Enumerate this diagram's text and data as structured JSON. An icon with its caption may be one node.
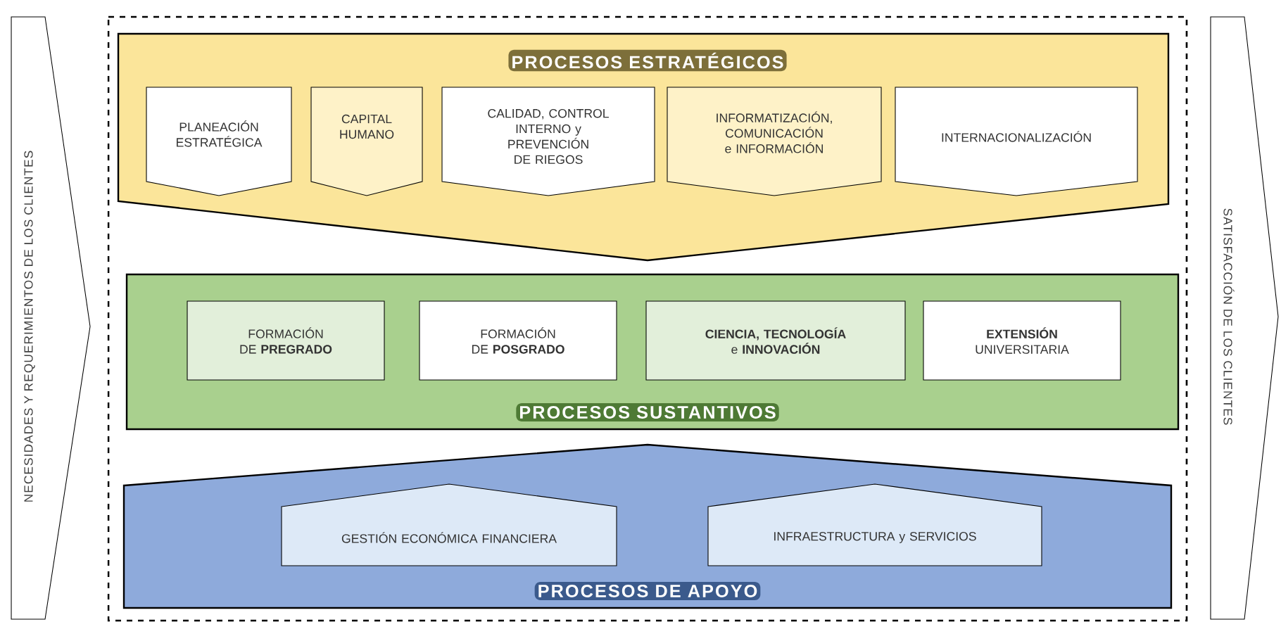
{
  "diagram": {
    "nodes": [
      {
        "text": [
          "NECESIDADES Y REQUERIMIENTOS DE LOS CLIENTES"
        ]
      },
      {
        "text": [
          "PROCESOS ESTRATÉGICOS"
        ]
      },
      {
        "text": [
          "PLANEACIÓN ESTRATÉGICA"
        ],
        "in": 1
      },
      {
        "text": [
          "CAPITAL HUMANO"
        ],
        "in": 1
      },
      {
        "text": [
          "CALIDAD, CONTROL INTERNO y PREVENCIÓN DE RIEGOS"
        ],
        "in": 1
      },
      {
        "text": [
          "INFORMATIZACIÓN, COMUNICACIÓN e INFORMACIÓN"
        ],
        "in": 1
      },
      {
        "text": [
          "INTERNACIONALIZACIÓN"
        ],
        "in": 1
      },
      {
        "text": [
          "PROCESOS SUSTANTIVOS"
        ]
      },
      {
        "text": [
          "FORMACIÓN DE **PREGRADO**"
        ],
        "in": 7
      },
      {
        "text": [
          "FORMACIÓN DE **POSGRADO**"
        ],
        "in": 7
      },
      {
        "text": [
          "**CIENCIA, TECNOLOGÍA** e **INNOVACIÓN**"
        ],
        "in": 7
      },
      {
        "text": [
          "**EXTENSIÓN** UNIVERSITARIA"
        ],
        "in": 7
      },
      {
        "text": [
          "PROCESOS DE APOYO"
        ]
      },
      {
        "text": [
          "GESTIÓN ECONÓMICA FINANCIERA"
        ],
        "in": 12
      },
      {
        "text": [
          "INFRAESTRUCTURA y SERVICIOS"
        ],
        "in": 12
      },
      {
        "text": [
          "SATISFACCIÓN DE LOS CLIENTES"
        ]
      }
    ],
    "edges": []
  }
}
